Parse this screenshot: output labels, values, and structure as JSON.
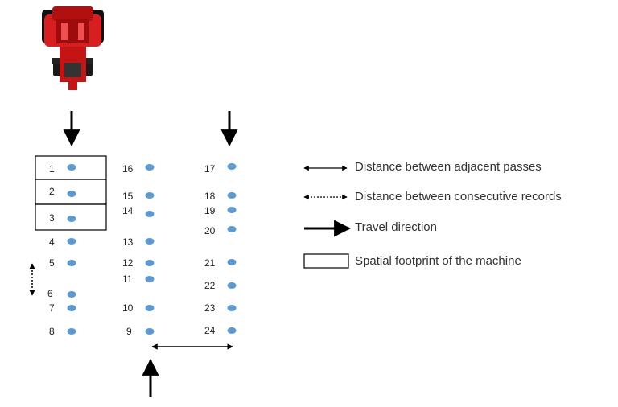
{
  "records": [
    {
      "id": "1",
      "pass": 1
    },
    {
      "id": "2",
      "pass": 1
    },
    {
      "id": "3",
      "pass": 1
    },
    {
      "id": "4",
      "pass": 1
    },
    {
      "id": "5",
      "pass": 1
    },
    {
      "id": "6",
      "pass": 1
    },
    {
      "id": "7",
      "pass": 1
    },
    {
      "id": "8",
      "pass": 1
    },
    {
      "id": "9",
      "pass": 2
    },
    {
      "id": "10",
      "pass": 2
    },
    {
      "id": "11",
      "pass": 2
    },
    {
      "id": "12",
      "pass": 2
    },
    {
      "id": "13",
      "pass": 2
    },
    {
      "id": "14",
      "pass": 2
    },
    {
      "id": "15",
      "pass": 2
    },
    {
      "id": "16",
      "pass": 2
    },
    {
      "id": "17",
      "pass": 3
    },
    {
      "id": "18",
      "pass": 3
    },
    {
      "id": "19",
      "pass": 3
    },
    {
      "id": "20",
      "pass": 3
    },
    {
      "id": "21",
      "pass": 3
    },
    {
      "id": "22",
      "pass": 3
    },
    {
      "id": "23",
      "pass": 3
    },
    {
      "id": "24",
      "pass": 3
    }
  ],
  "legend": {
    "adjacent_passes": "Distance between adjacent passes",
    "consecutive_records": "Distance between consecutive records",
    "travel_direction": "Travel direction",
    "footprint": "Spatial footprint of the machine"
  },
  "colors": {
    "record_point": "#5b9bd5",
    "tractor_body": "#d81f1f",
    "tractor_dark": "#6e0a0a",
    "arrow": "#000000"
  }
}
